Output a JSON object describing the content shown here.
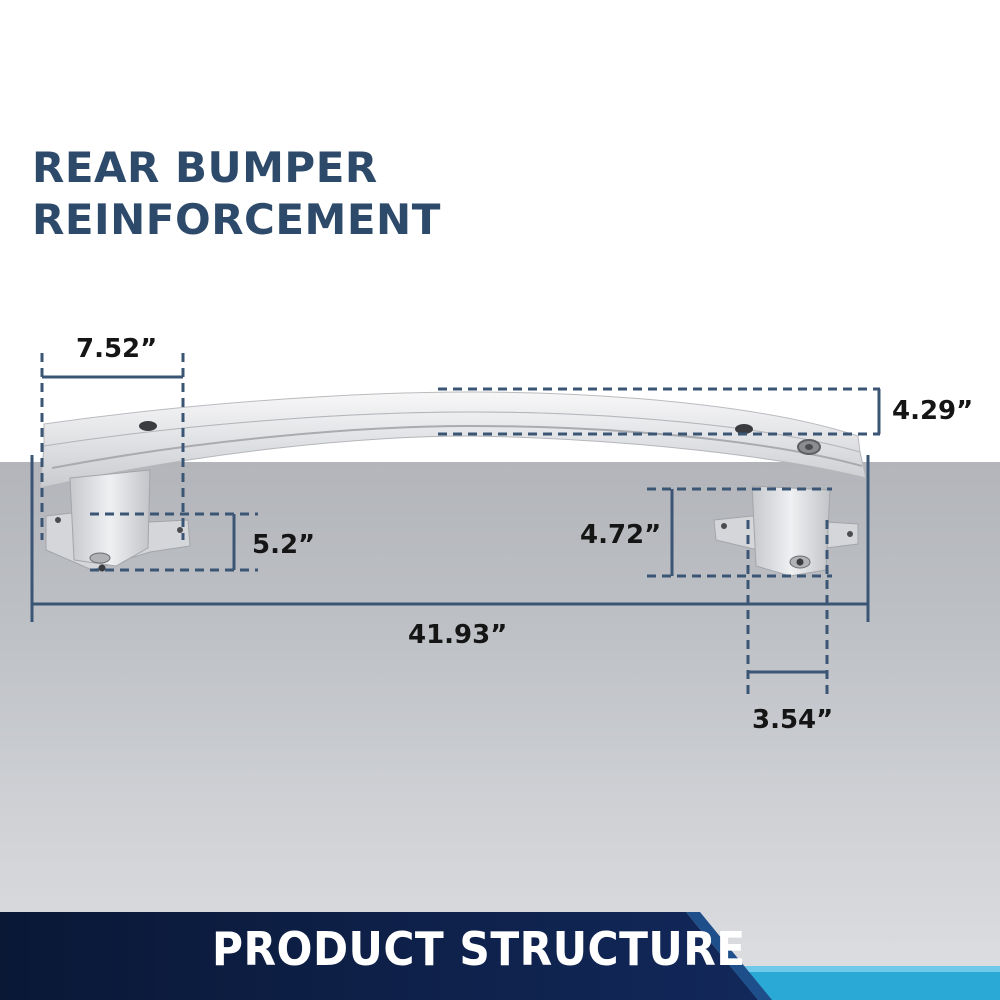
{
  "title": {
    "line1": "REAR BUMPER",
    "line2": "REINFORCEMENT"
  },
  "dimensions": {
    "bracket_width": "7.52”",
    "beam_height": "4.29”",
    "left_bracket_height": "5.2”",
    "right_bracket_height": "4.72”",
    "overall_length": "41.93”",
    "bracket_depth": "3.54”"
  },
  "banner": {
    "label": "PRODUCT STRUCTURE"
  },
  "colors": {
    "title": "#2d4a6b",
    "dimension_line": "#3b5675",
    "banner_dark": "#0b1a3a",
    "banner_accent": "#2aa8d6"
  }
}
